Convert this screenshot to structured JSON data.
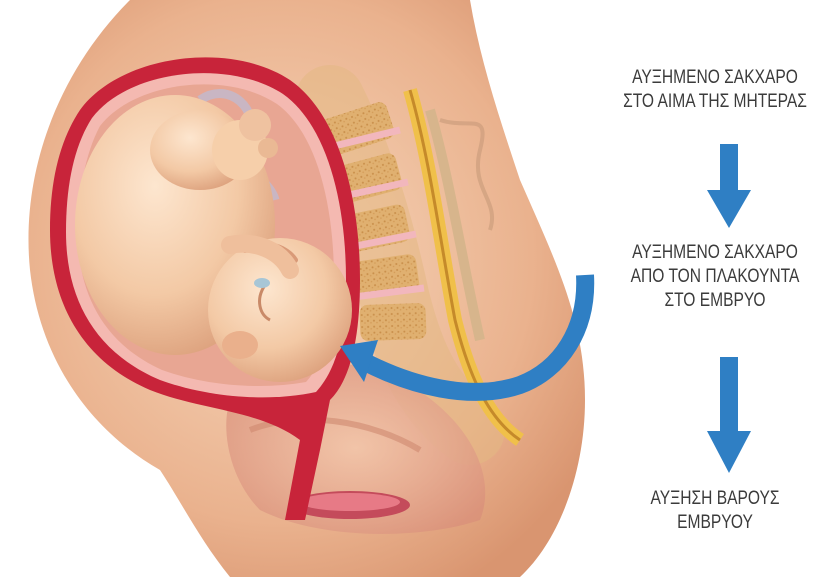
{
  "steps": [
    {
      "line1": "ΑΥΞΗΜΕΝΟ ΣΑΚΧΑΡΟ",
      "line2": "ΣΤΟ ΑΙΜΑ ΤΗΣ ΜΗΤΕΡΑΣ"
    },
    {
      "line1": "ΑΥΞΗΜΕΝΟ ΣΑΚΧΑΡΟ",
      "line2": "ΑΠΟ ΤΟΝ ΠΛΑΚΟΥΝΤΑ",
      "line3": "ΣΤΟ ΕΜΒΡΥΟ"
    },
    {
      "line1": "ΑΥΞΗΣΗ ΒΑΡΟΥΣ",
      "line2": "ΕΜΒΡΥΟΥ"
    }
  ],
  "colors": {
    "arrow": "#2f7fc4",
    "skin": "#f1c4a2",
    "uterus_wall": "#c8243a",
    "spine": "#d9a866",
    "text": "#3b3b3b"
  },
  "icons": {
    "arrows": [
      "arrow-down-icon",
      "arrow-down-icon",
      "curved-arrow-icon"
    ]
  }
}
